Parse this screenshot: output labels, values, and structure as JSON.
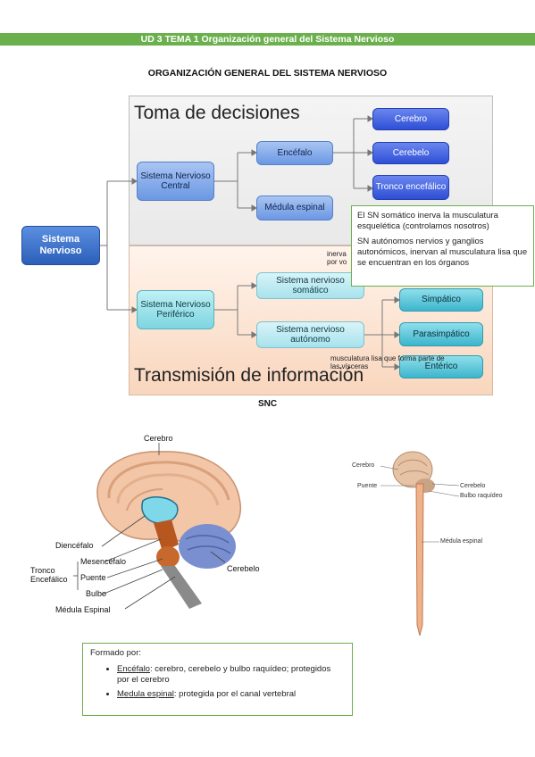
{
  "header": {
    "banner": "UD 3 TEMA 1 Organización general del Sistema Nervioso"
  },
  "title": "ORGANIZACIÓN GENERAL DEL SISTEMA NERVIOSO",
  "diagram": {
    "panel_top_label": "Toma de decisiones",
    "panel_bottom_label": "Transmisión de información",
    "root": "Sistema Nervioso",
    "snc": "Sistema Nervioso Central",
    "snp": "Sistema Nervioso Periférico",
    "encefalo": "Encéfalo",
    "medula": "Médula espinal",
    "cerebro": "Cerebro",
    "cerebelo": "Cerebelo",
    "tronco": "Tronco encefálico",
    "somatico": "Sistema nervioso somático",
    "autonomo": "Sistema nervioso autónomo",
    "simpatico": "Simpático",
    "parasimpatico": "Parasimpático",
    "enterico": "Entérico",
    "note_inerva_1": "inerva",
    "note_inerva_2": "por vo",
    "note_visceras_1": "musculatura lisa que forma parte de",
    "note_visceras_2": "las vísceras"
  },
  "callout": {
    "line1": "El SN somático inerva la musculatura esquelética (controlamos nosotros)",
    "line2": "SN autónomos nervios y ganglios autonómicos, inervan al musculatura lisa que se encuentran en los órganos"
  },
  "snc_label": "SNC",
  "brain_labels": {
    "cerebro": "Cerebro",
    "diencefalo": "Diencéfalo",
    "mesencefalo": "Mesencéfalo",
    "puente": "Puente",
    "bulbo": "Bulbo",
    "medula": "Médula Espinal",
    "cerebelo": "Cerebelo",
    "tronco_1": "Tronco",
    "tronco_2": "Encefálico"
  },
  "cord_labels": {
    "cerebro": "Cerebro",
    "puente": "Puente",
    "cerebelo": "Cerebelo",
    "bulbo": "Bulbo raquídeo",
    "medula": "Médula espinal"
  },
  "formado": {
    "title": "Formado por:",
    "item1_term": "Encéfalo",
    "item1_text": ": cerebro, cerebelo y bulbo raquídeo; protegidos por el cerebro",
    "item2_term": "Medula espinal",
    "item2_text": ": protegida por el canal vertebral"
  },
  "colors": {
    "banner": "#6ab04c",
    "callout_border": "#6ab04c"
  }
}
